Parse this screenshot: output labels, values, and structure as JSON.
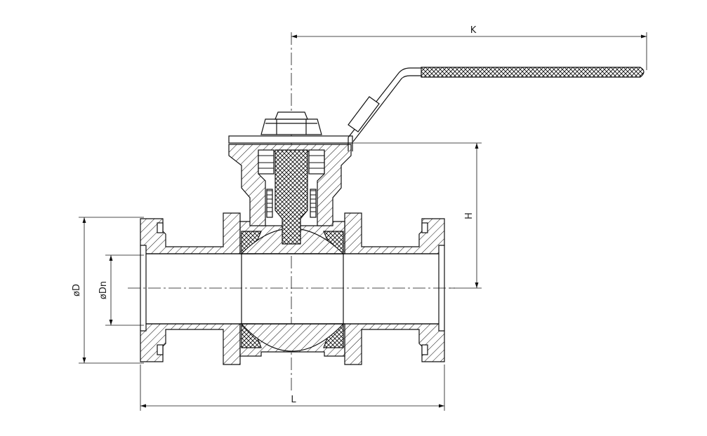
{
  "drawing": {
    "labels": {
      "K": "K",
      "H": "H",
      "L": "L",
      "D": "øD",
      "Dn": "øDn"
    },
    "line_color": "#111111",
    "background": "#ffffff"
  }
}
